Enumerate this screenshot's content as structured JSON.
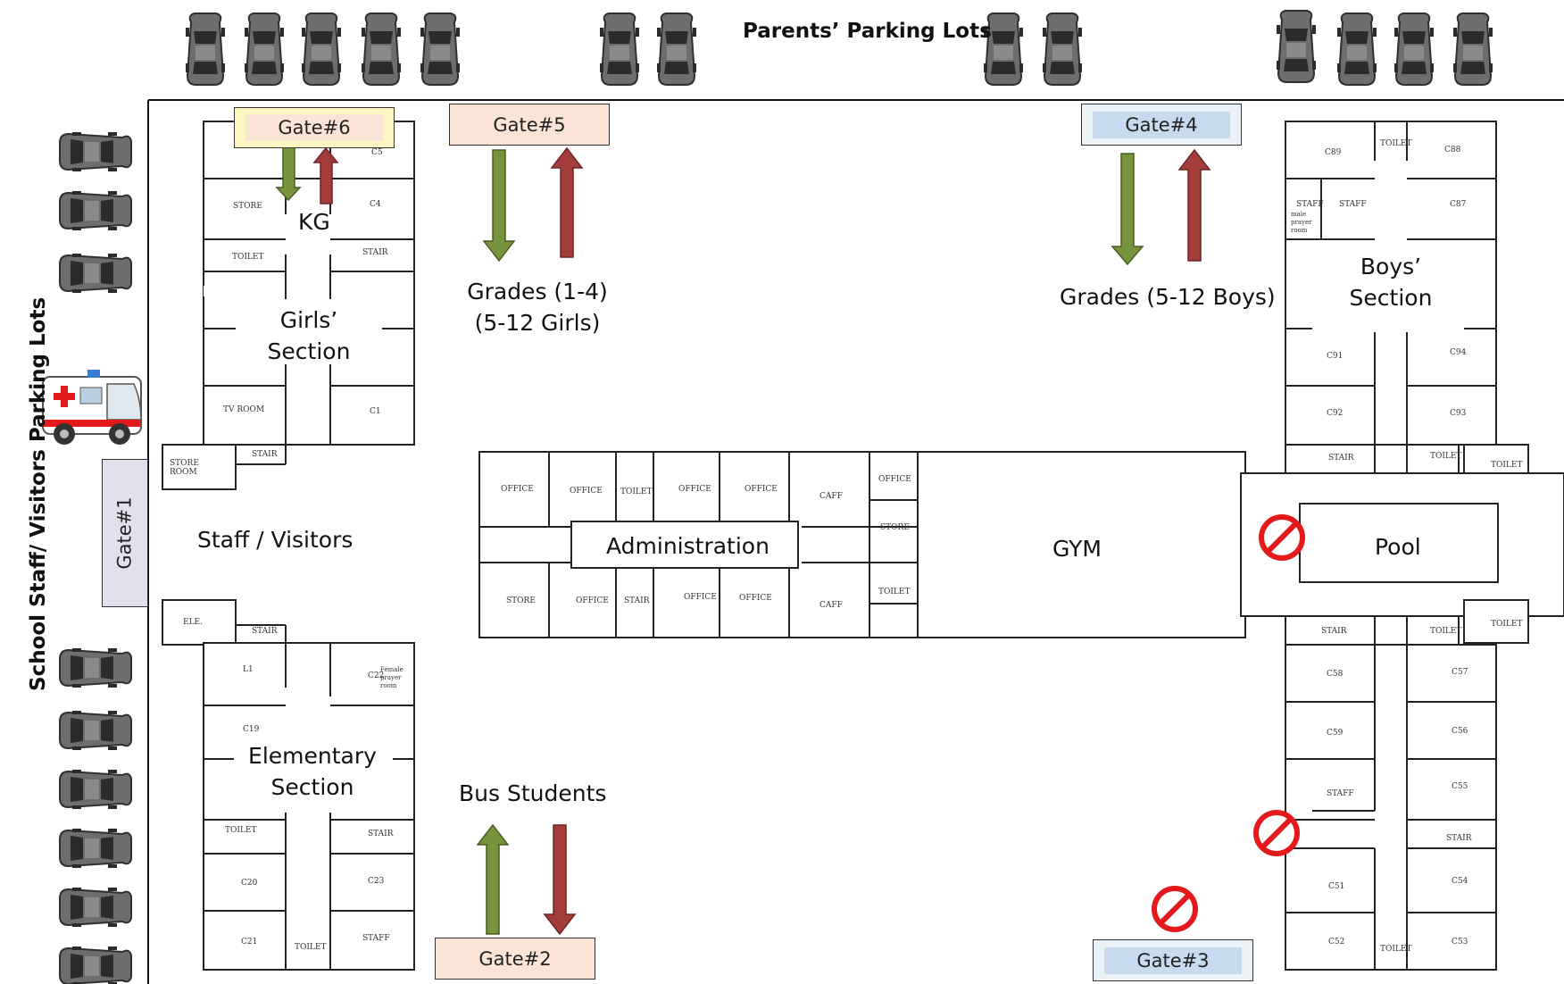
{
  "labels": {
    "parents_parking": "Parents’ Parking Lots",
    "staff_parking": "School Staff/ Visitors Parking Lots",
    "staff_visitors": "Staff / Visitors",
    "administration": "Administration",
    "gym": "GYM",
    "pool": "Pool",
    "kg": "KG",
    "girls_section_1": "Girls’",
    "girls_section_2": "Section",
    "boys_section_1": "Boys’",
    "boys_section_2": "Section",
    "elementary_1": "Elementary",
    "elementary_2": "Section",
    "grades_girls_1": "Grades (1-4)",
    "grades_girls_2": "(5-12 Girls)",
    "grades_boys": "Grades (5-12 Boys)",
    "bus_students": "Bus Students"
  },
  "gates": {
    "gate1": "Gate#1",
    "gate2": "Gate#2",
    "gate3": "Gate#3",
    "gate4": "Gate#4",
    "gate5": "Gate#5",
    "gate6": "Gate#6"
  },
  "rooms": {
    "c5": "C5",
    "c4": "C4",
    "c1": "C1",
    "store_kg": "STORE",
    "toilet_kg": "TOILET",
    "stair_kg": "STAIR",
    "tv_room": "TV ROOM",
    "stair_girls": "STAIR",
    "store_room": "STORE ROOM",
    "office1": "OFFICE",
    "office2": "OFFICE",
    "toilet_admin": "TOILET",
    "office3": "OFFICE",
    "office4": "OFFICE",
    "caff1": "CAFF",
    "store_admin": "STORE",
    "office5": "OFFICE",
    "stair_admin": "STAIR",
    "office6": "OFFICE",
    "office7": "OFFICE",
    "caff2": "CAFF",
    "office8": "OFFICE",
    "store_gym": "STORE",
    "toilet_gym": "TOILET",
    "c89": "C89",
    "toilet_b1": "TOILET",
    "c88": "C88",
    "staff_b1": "STAFF",
    "staff_b2": "STAFF",
    "male_prayer": "male prayer room",
    "c87": "C87",
    "c91": "C91",
    "c94": "C94",
    "c92": "C92",
    "c93": "C93",
    "stair_b1": "STAIR",
    "toilet_b2": "TOILET",
    "toilet_b3": "TOILET",
    "stair_b2": "STAIR",
    "toilet_b4": "TOILET",
    "toilet_b5": "TOILET",
    "c58": "C58",
    "c57": "C57",
    "c59": "C59",
    "c56": "C56",
    "staff_b3": "STAFF",
    "c55": "C55",
    "stair_b3": "STAIR",
    "c51": "C51",
    "c54": "C54",
    "c52": "C52",
    "toilet_b6": "TOILET",
    "c53": "C53",
    "ele": "ELE.",
    "stair_e1": "STAIR",
    "l1": "L1",
    "c22": "C22",
    "female_prayer": "Female prayer room",
    "c19": "C19",
    "toilet_e1": "TOILET",
    "stair_e2": "STAIR",
    "c20": "C20",
    "c23": "C23",
    "c21": "C21",
    "toilet_e2": "TOILET",
    "staff_e": "STAFF"
  },
  "icons": [
    "car-icon",
    "ambulance-icon",
    "no-entry-icon",
    "entry-arrow-icon",
    "exit-arrow-icon"
  ],
  "colors": {
    "entry_arrow": "#77933c",
    "exit_arrow": "#a53c3c",
    "no_entry": "#e3191b",
    "gate_peach": "#fbe4d5",
    "gate_blue": "#dce9f5",
    "gate_yellow": "#fdf6c3",
    "gate_lavender": "#e4dfec"
  }
}
